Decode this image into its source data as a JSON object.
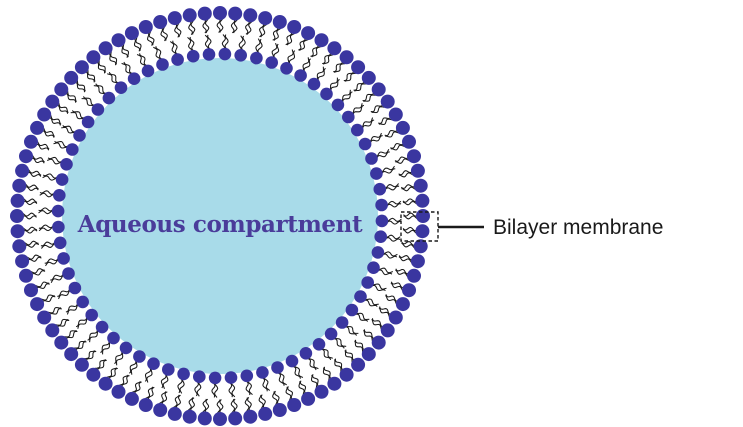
{
  "diagram": {
    "compartment_label": "Aqueous compartment",
    "callout_label": "Bilayer membrane"
  },
  "colors": {
    "background": "#ffffff",
    "aqueous_fill": "#a8dbe9",
    "lipid_head": "#3a36a0",
    "lipid_tail": "#1a1a1a",
    "label_text": "#4a3c9a",
    "callout_text": "#1a1a1a",
    "callout_line": "#1a1a1a"
  },
  "structure": {
    "outer_leaflet_heads": 84,
    "inner_leaflet_heads": 64
  }
}
